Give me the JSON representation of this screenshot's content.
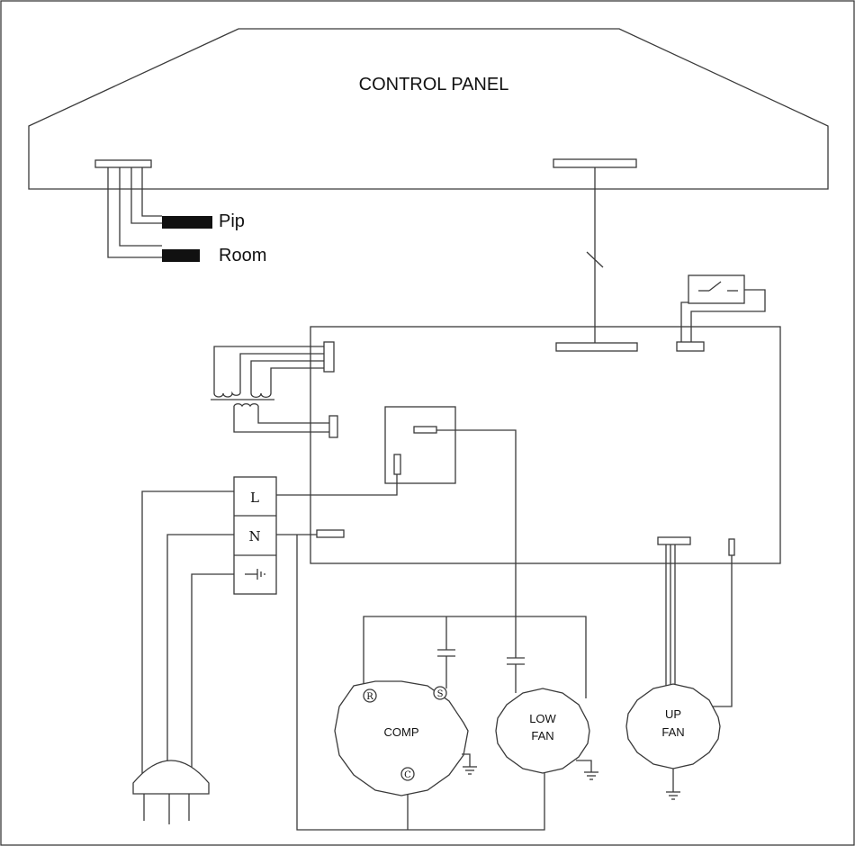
{
  "title": "CONTROL PANEL",
  "sensors": {
    "pipe": "Pip",
    "room": "Room"
  },
  "terminal_block": {
    "live": "L",
    "neutral": "N"
  },
  "components": {
    "compressor": "COMP",
    "compressor_pins": {
      "run": "R",
      "start": "S",
      "common": "C"
    },
    "low_fan_line1": "LOW",
    "low_fan_line2": "FAN",
    "up_fan_line1": "UP",
    "up_fan_line2": "FAN"
  }
}
